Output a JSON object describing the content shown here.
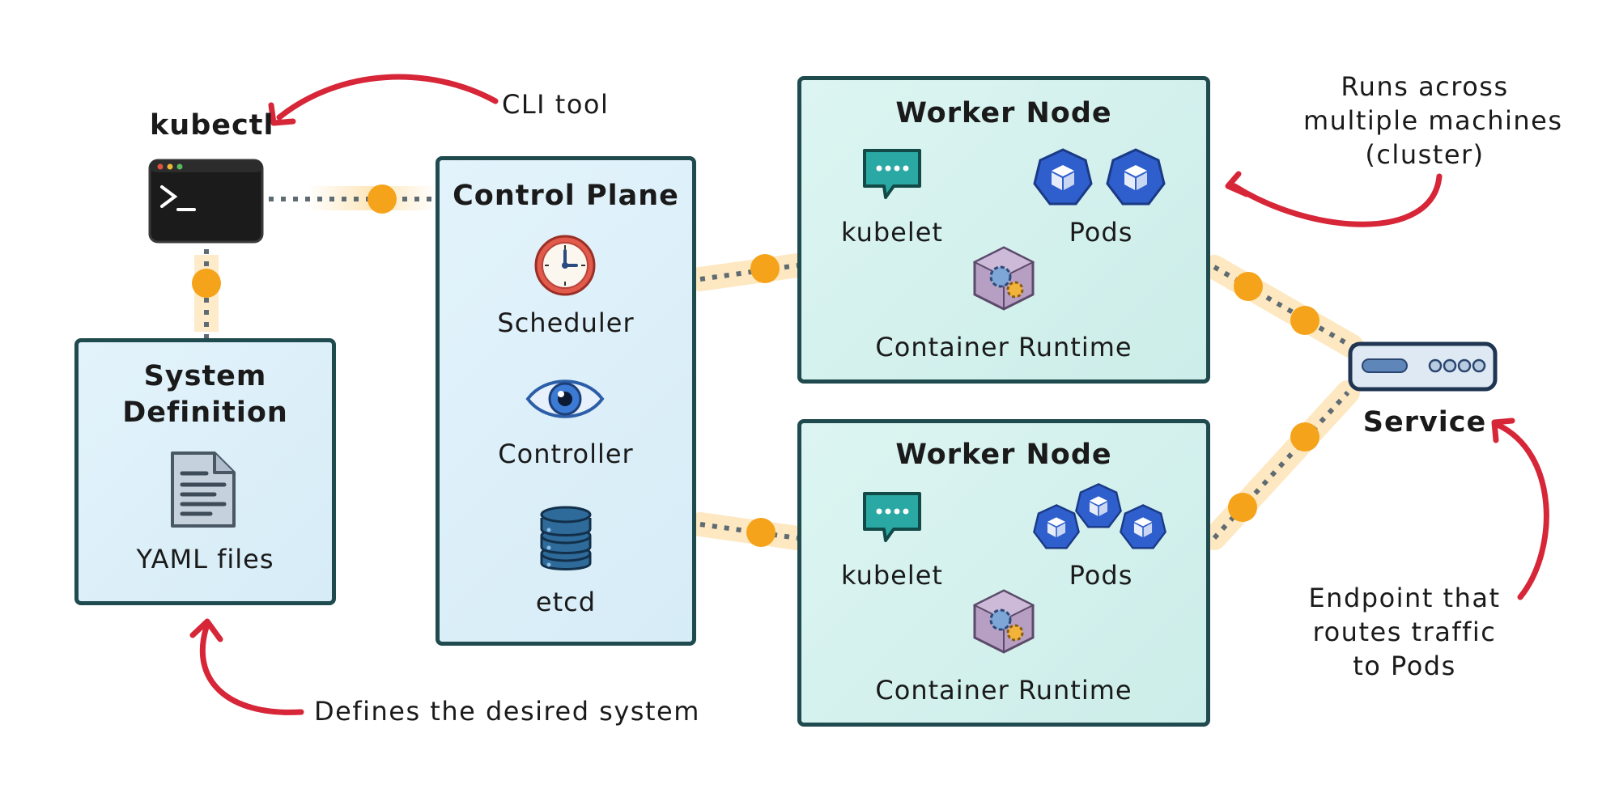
{
  "kubectl": {
    "title": "kubectl",
    "annotation": "CLI tool"
  },
  "system_definition": {
    "title_line1": "System",
    "title_line2": "Definition",
    "item_label": "YAML files",
    "annotation": "Defines the desired system"
  },
  "control_plane": {
    "title": "Control Plane",
    "components": [
      {
        "label": "Scheduler",
        "icon": "clock-icon"
      },
      {
        "label": "Controller",
        "icon": "eye-icon"
      },
      {
        "label": "etcd",
        "icon": "database-icon"
      }
    ]
  },
  "worker_nodes": [
    {
      "title": "Worker Node",
      "kubelet_label": "kubelet",
      "pods_label": "Pods",
      "runtime_label": "Container Runtime",
      "pod_count": 2
    },
    {
      "title": "Worker Node",
      "kubelet_label": "kubelet",
      "pods_label": "Pods",
      "runtime_label": "Container Runtime",
      "pod_count": 3
    }
  ],
  "cluster_annotation": {
    "line1": "Runs across",
    "line2": "multiple machines",
    "line3": "(cluster)"
  },
  "service": {
    "title": "Service",
    "annotation_line1": "Endpoint that",
    "annotation_line2": "routes traffic",
    "annotation_line3": "to Pods"
  },
  "colors": {
    "border": "#1f4a4e",
    "connector_dot": "#f5a31a",
    "arrow": "#d62638",
    "pod": "#2f5fcc",
    "terminal": "#1b1b1b"
  }
}
